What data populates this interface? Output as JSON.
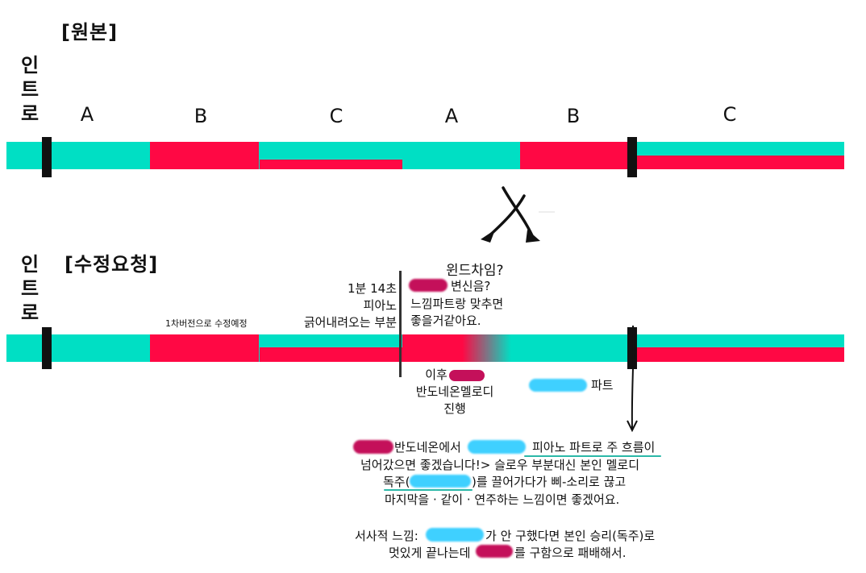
{
  "original": {
    "title": "[원본]",
    "intro_label": [
      "인",
      "트",
      "로"
    ],
    "segments": [
      "A",
      "B",
      "C",
      "A",
      "B",
      "C"
    ]
  },
  "revised": {
    "title": "[수정요청]",
    "intro_label": [
      "인",
      "트",
      "로"
    ],
    "bar_note": "1차버전으로 수정예정"
  },
  "annotations": {
    "time_note": [
      "1분 14초",
      "피아노",
      "긁어내려오는 부분"
    ],
    "question_title": "윈드차임?",
    "question_body": [
      "변신음?",
      "느낌파트랑 맞추면",
      "좋을거같아요."
    ],
    "after_note": [
      "이후",
      "반도네온멜로디",
      "진행"
    ],
    "part_note": "파트",
    "main_text": [
      "반도네온에서",
      "피아노 파트로 주 흐름이",
      "넘어갔으면 좋겠습니다!> 슬로우 부분대신 본인 멜로디",
      "독주(",
      ")를 끌어가다가 삐-소리로 끊고",
      "마지막을 · 같이 · 연주하는 느낌이면 좋겠어요.",
      "서사적 느낌:",
      "가 안 구했다면 본인 승리(독주)로",
      "멋있게 끝나는데",
      "를 구함으로 패배해서."
    ]
  },
  "colors": {
    "teal": "#00dfc4",
    "red": "#ff0844",
    "marker": "#111111",
    "redact_red": "#c4105a",
    "redact_blue": "#3fd0ff"
  }
}
